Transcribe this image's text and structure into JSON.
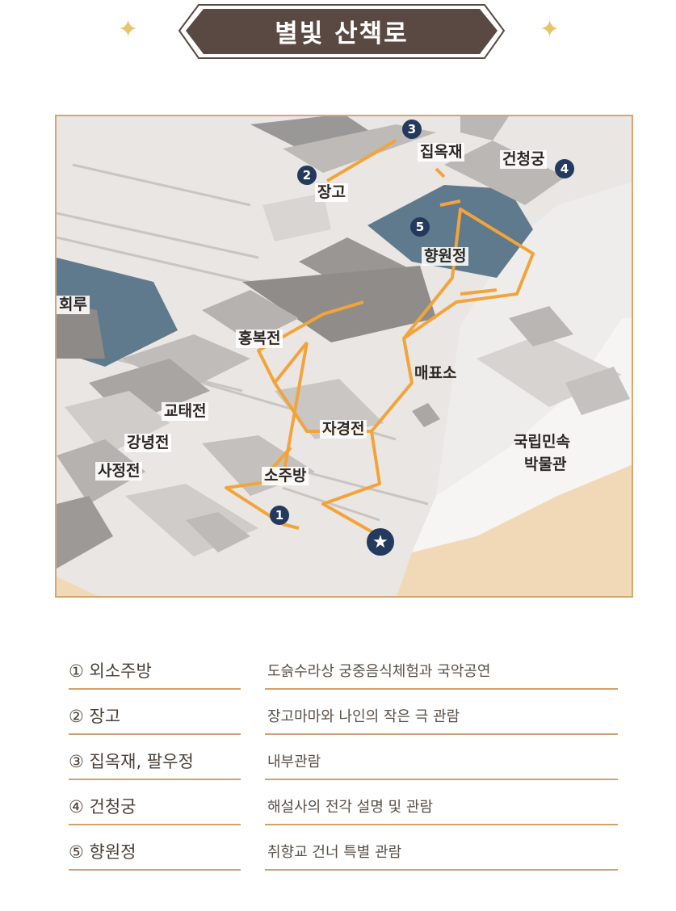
{
  "title": "별빛 산책로",
  "colors": {
    "banner": "#594942",
    "route": "#f2a43c",
    "marker": "#233a5e",
    "water": "#5f7a8d",
    "frame": "#d2a770",
    "ground": "#f1d9b8",
    "legend_rule": "#d0a36d"
  },
  "map": {
    "labels": {
      "jangho": "장고",
      "jibokjae": "집옥재",
      "geoncheonggung": "건청궁",
      "hyangwonjeong": "향원정",
      "hoeru": "회루",
      "heungbokjeon": "홍복전",
      "maepyoso": "매표소",
      "gyotaejeon": "교태전",
      "gangnyeongjeon": "강녕전",
      "sajeongjeon": "사정전",
      "jagyeongjeon": "자경전",
      "sojubang": "소주방",
      "museum_line1": "국립민속",
      "museum_line2": "박물관"
    },
    "markers": [
      "1",
      "2",
      "3",
      "4",
      "5"
    ],
    "start_icon": "star-icon"
  },
  "legend": [
    {
      "place": "① 외소주방",
      "desc": "도슭수라상 궁중음식체험과 국악공연"
    },
    {
      "place": "② 장고",
      "desc": "장고마마와 나인의 작은 극 관람"
    },
    {
      "place": "③ 집옥재, 팔우정",
      "desc": "내부관람"
    },
    {
      "place": "④ 건청궁",
      "desc": "해설사의 전각 설명 및 관람"
    },
    {
      "place": "⑤ 향원정",
      "desc": "취향교 건너 특별 관람"
    }
  ]
}
